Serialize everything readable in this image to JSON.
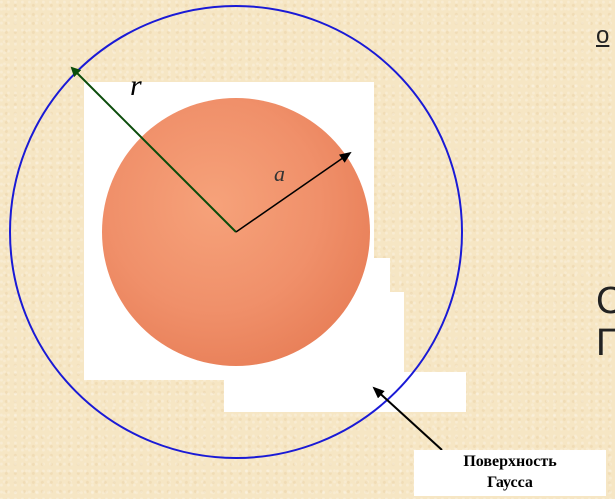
{
  "labels": {
    "radius_outer": "r",
    "radius_inner": "a",
    "gauss_line1": "Поверхность",
    "gauss_line2": "Гаусса"
  },
  "cut_text": {
    "top": "о",
    "mid1": "С",
    "mid2": "Г"
  },
  "colors": {
    "background": "#f6e6c4",
    "sphere": "#f0946a",
    "gaussian_surface": "#1a1ad6",
    "radius_r": "#0b4d0b",
    "radius_a": "#000000",
    "panel": "#ffffff"
  }
}
